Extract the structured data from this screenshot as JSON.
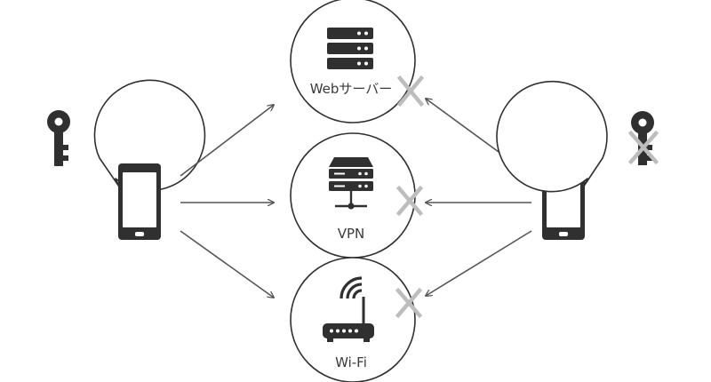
{
  "nodes": {
    "web_server": {
      "label": "Webサーバー"
    },
    "vpn": {
      "label": "VPN"
    },
    "wifi": {
      "label": "Wi-Fi"
    }
  },
  "devices": {
    "left_phone": {
      "has_key": true
    },
    "right_phone": {
      "has_key": false
    }
  },
  "colors": {
    "dark": "#303030",
    "line": "#555555",
    "cross": "#bdbdbd"
  }
}
